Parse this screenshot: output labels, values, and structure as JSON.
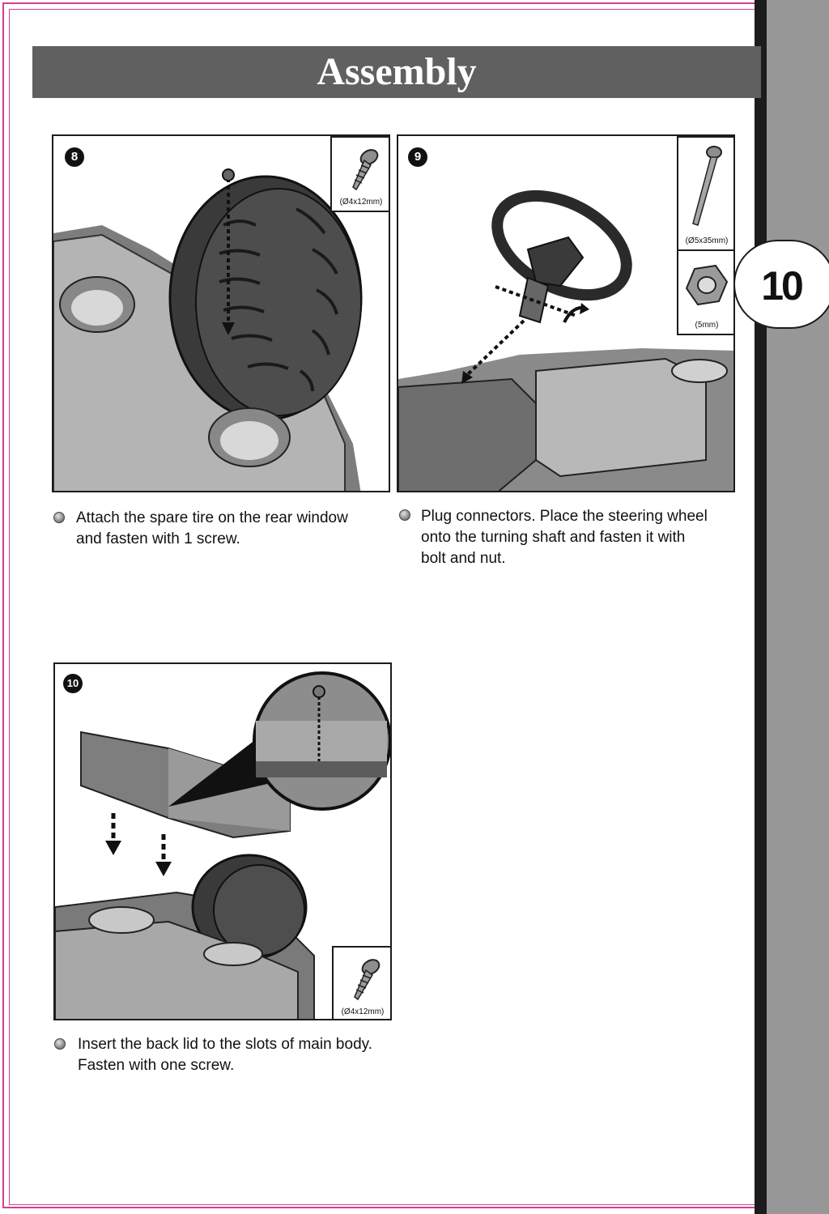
{
  "header": {
    "title": "Assembly"
  },
  "page": {
    "number": "10"
  },
  "steps": [
    {
      "number": "8",
      "text_line1": "Attach the spare tire on the rear window",
      "text_line2": "and fasten with 1 screw.",
      "parts": [
        {
          "label": "(Ø4x12mm)",
          "icon": "screw-icon"
        }
      ]
    },
    {
      "number": "9",
      "text_line1": "Plug connectors. Place the steering wheel",
      "text_line2": "onto the turning shaft and fasten it with",
      "text_line3": "bolt and nut.",
      "parts": [
        {
          "label": "(Ø5x35mm)",
          "icon": "bolt-icon"
        },
        {
          "label": "(5mm)",
          "icon": "nut-icon"
        }
      ]
    },
    {
      "number": "10",
      "text_line1": "Insert the back lid to the slots of main body.",
      "text_line2": "Fasten with one screw.",
      "parts": [
        {
          "label": "(Ø4x12mm)",
          "icon": "screw-icon"
        }
      ]
    }
  ],
  "colors": {
    "title_bar": "#606060",
    "side_bar": "#979797",
    "frame": "#d4418e"
  }
}
